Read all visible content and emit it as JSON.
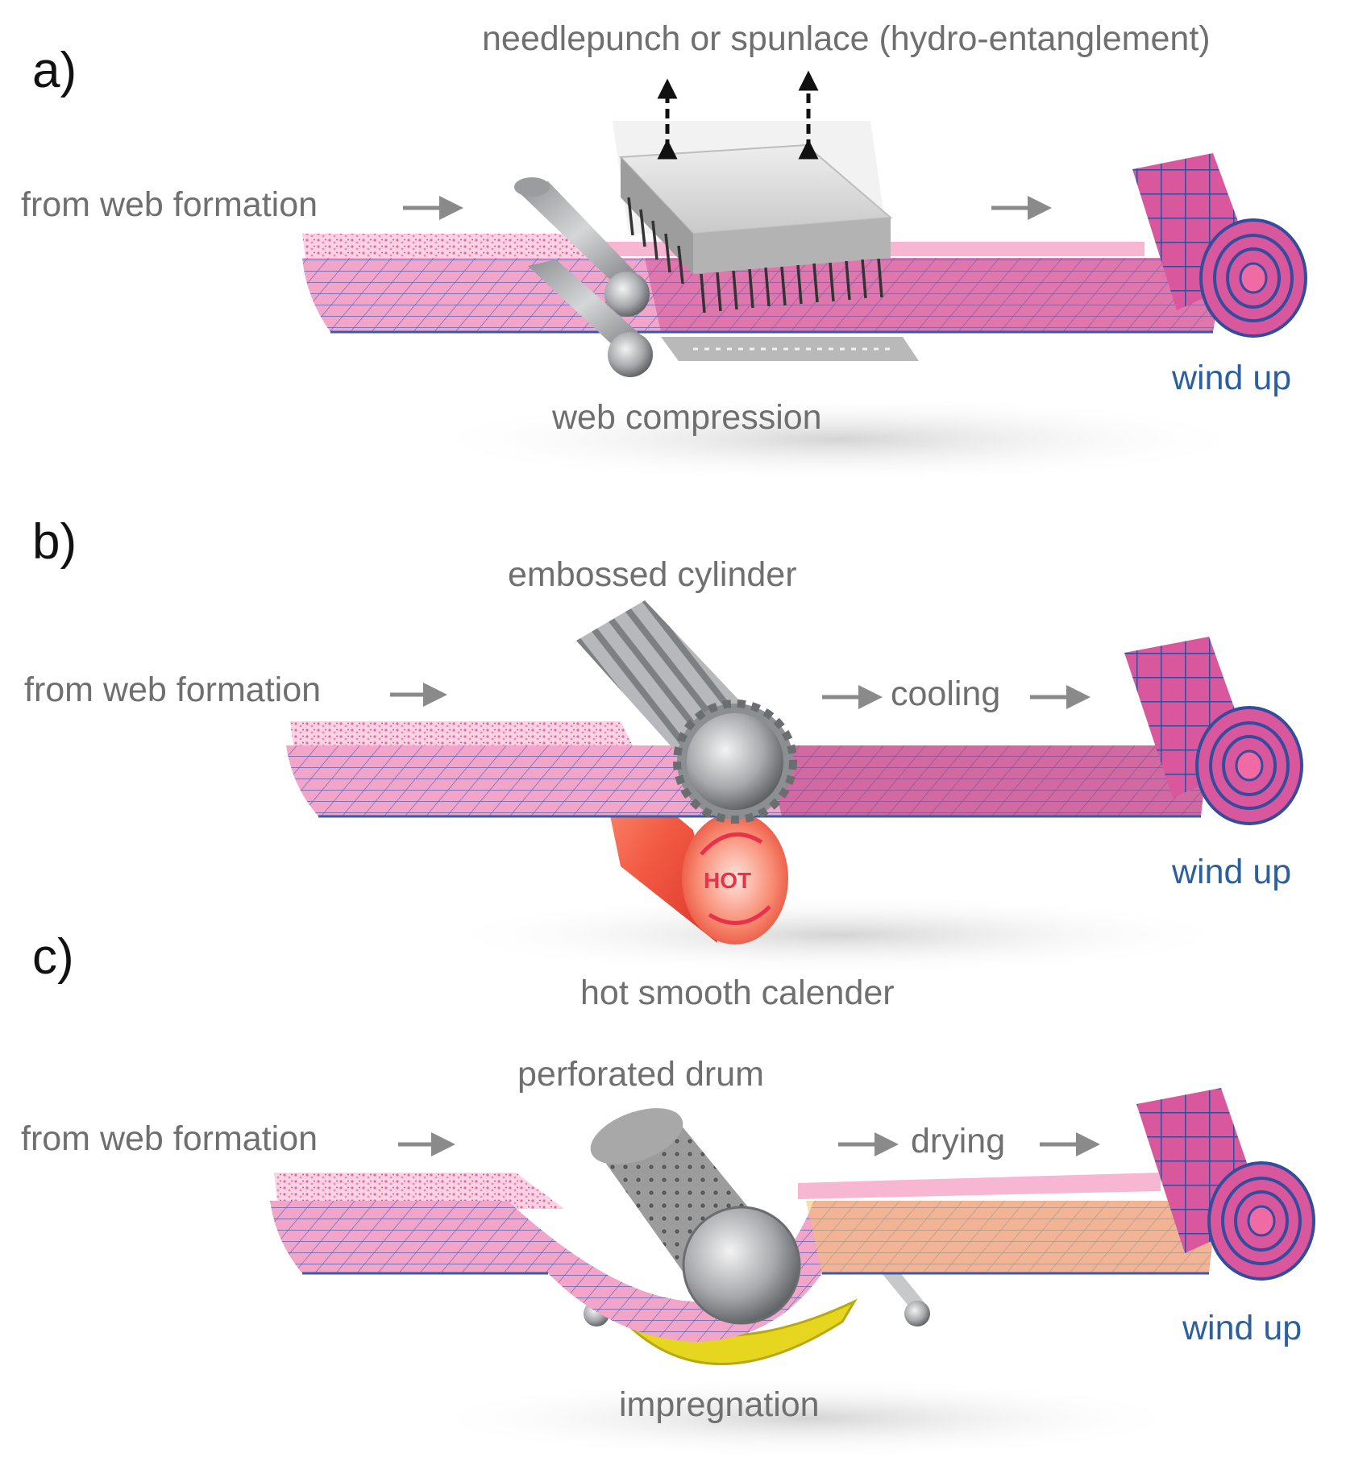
{
  "panels": {
    "a": {
      "letter": "a)",
      "top_label": "needlepunch or spunlace (hydro-entanglement)",
      "input_label": "from web formation",
      "bottom_label": "web compression",
      "output_label": "wind up"
    },
    "b": {
      "letter": "b)",
      "top_label": "embossed cylinder",
      "input_label": "from web formation",
      "mid_label": "cooling",
      "bottom_label": "hot smooth calender",
      "roller_badge": "HOT",
      "output_label": "wind up"
    },
    "c": {
      "letter": "c)",
      "top_label": "perforated drum",
      "input_label": "from web formation",
      "mid_label": "drying",
      "bottom_label": "impregnation",
      "output_label": "wind up"
    }
  },
  "colors": {
    "web": "#e0529a",
    "web_dark": "#9a3e86",
    "grid": "#3a5aa8",
    "fiber": "#f3a8c8",
    "steel": "#a9abae",
    "hot_roller": "#f0533e",
    "resin": "#efe12a",
    "label": "#6f6f6f",
    "label_blue": "#2b5f9e"
  }
}
